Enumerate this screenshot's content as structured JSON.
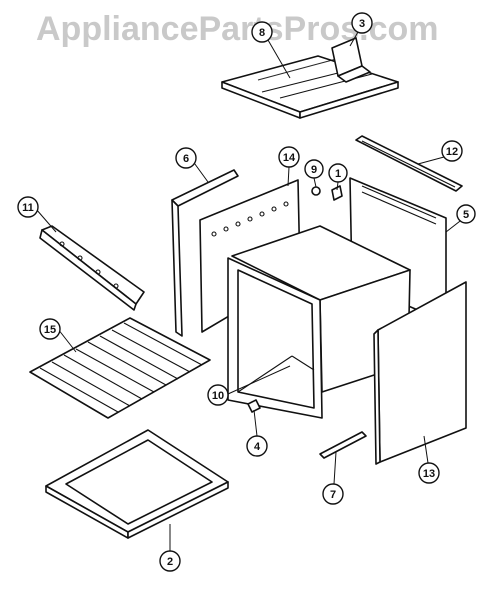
{
  "watermark": "AppliancePartsPros.com",
  "callouts": [
    "1",
    "2",
    "3",
    "4",
    "5",
    "6",
    "7",
    "8",
    "9",
    "10",
    "11",
    "12",
    "13",
    "14",
    "15"
  ],
  "colors": {
    "line": "#111111",
    "watermark": "#c9c9c9",
    "background": "#ffffff"
  }
}
